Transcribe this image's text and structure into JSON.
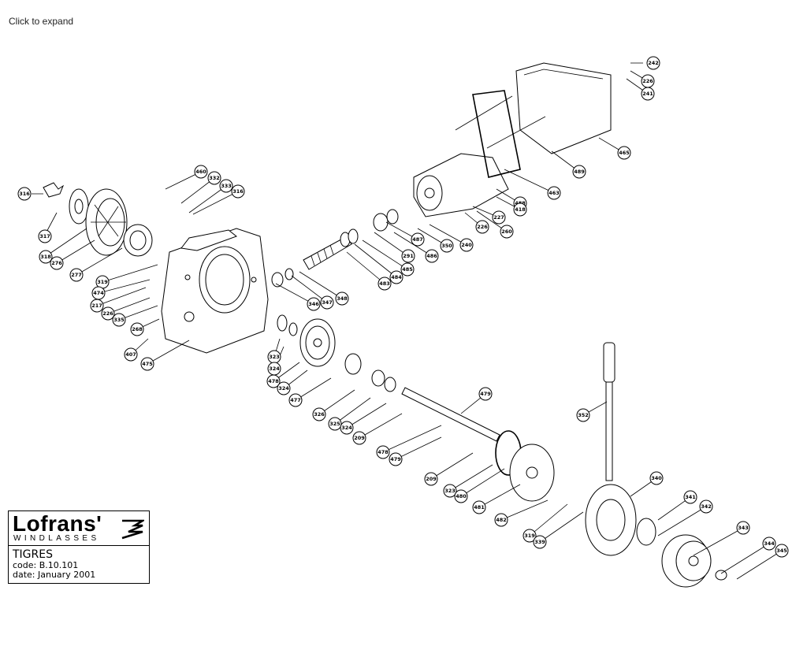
{
  "header": {
    "expand_label": "Click to expand"
  },
  "titleblock": {
    "brand": "Lofrans'",
    "subtitle": "WINDLASSES",
    "model": "TIGRES",
    "code": "code:  B.10.101",
    "date": "date:  January 2001"
  },
  "callouts": [
    "316",
    "317",
    "318",
    "276",
    "277",
    "319",
    "474",
    "217",
    "226",
    "335",
    "268",
    "407",
    "475",
    "460",
    "332",
    "333",
    "316",
    "242",
    "226",
    "241",
    "465",
    "489",
    "463",
    "488",
    "418",
    "227",
    "226",
    "260",
    "240",
    "350",
    "487",
    "486",
    "291",
    "485",
    "484",
    "483",
    "348",
    "347",
    "346",
    "323",
    "324",
    "478",
    "324",
    "477",
    "326",
    "325",
    "324",
    "209",
    "478",
    "479",
    "479",
    "209",
    "323",
    "480",
    "481",
    "482",
    "319",
    "339",
    "352",
    "340",
    "341",
    "342",
    "343",
    "344",
    "345"
  ]
}
